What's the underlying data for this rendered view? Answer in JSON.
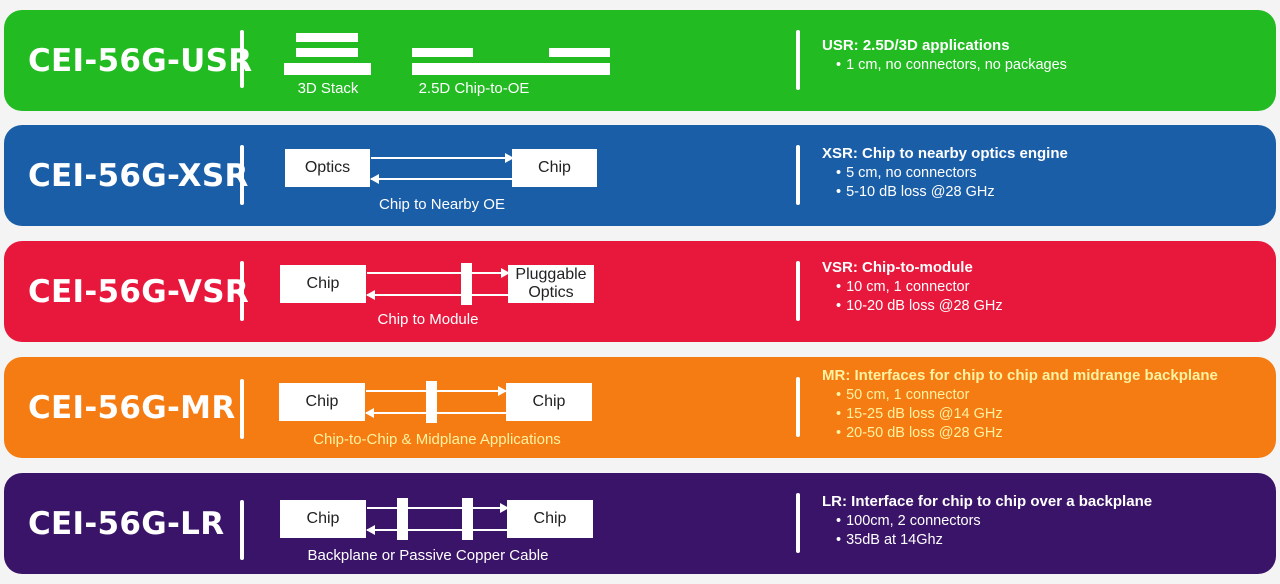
{
  "rows": [
    {
      "name": "CEI-56G-USR",
      "color": "#22bb22",
      "diagram": {
        "left_caption": "3D Stack",
        "right_caption": "2.5D Chip-to-OE"
      },
      "info": {
        "heading": "USR: 2.5D/3D applications",
        "items": [
          "1 cm, no connectors, no packages"
        ]
      }
    },
    {
      "name": "CEI-56G-XSR",
      "color": "#1a5ea8",
      "diagram": {
        "left_box": "Optics",
        "right_box": "Chip",
        "caption": "Chip to Nearby OE"
      },
      "info": {
        "heading": "XSR: Chip to nearby optics engine",
        "items": [
          "5 cm, no connectors",
          "5-10 dB loss @28 GHz"
        ]
      }
    },
    {
      "name": "CEI-56G-VSR",
      "color": "#e8183c",
      "diagram": {
        "left_box": "Chip",
        "right_box_line1": "Pluggable",
        "right_box_line2": "Optics",
        "caption": "Chip to Module"
      },
      "info": {
        "heading": "VSR: Chip-to-module",
        "items": [
          "10 cm, 1 connector",
          "10-20 dB loss @28 GHz"
        ]
      }
    },
    {
      "name": "CEI-56G-MR",
      "color": "#f47c12",
      "diagram": {
        "left_box": "Chip",
        "right_box": "Chip",
        "caption": "Chip-to-Chip & Midplane Applications"
      },
      "info": {
        "heading": "MR: Interfaces for chip to chip and midrange backplane",
        "items": [
          "50 cm, 1 connector",
          "15-25 dB loss @14 GHz",
          "20-50 dB loss @28 GHz"
        ]
      }
    },
    {
      "name": "CEI-56G-LR",
      "color": "#3a1468",
      "diagram": {
        "left_box": "Chip",
        "right_box": "Chip",
        "caption": "Backplane or Passive Copper Cable"
      },
      "info": {
        "heading": "LR: Interface for chip to chip over a backplane",
        "items": [
          "100cm, 2 connectors",
          "35dB at 14Ghz"
        ]
      }
    }
  ],
  "colors": {
    "white": "#ffffff",
    "caption_yellow": "#fff2a0"
  }
}
